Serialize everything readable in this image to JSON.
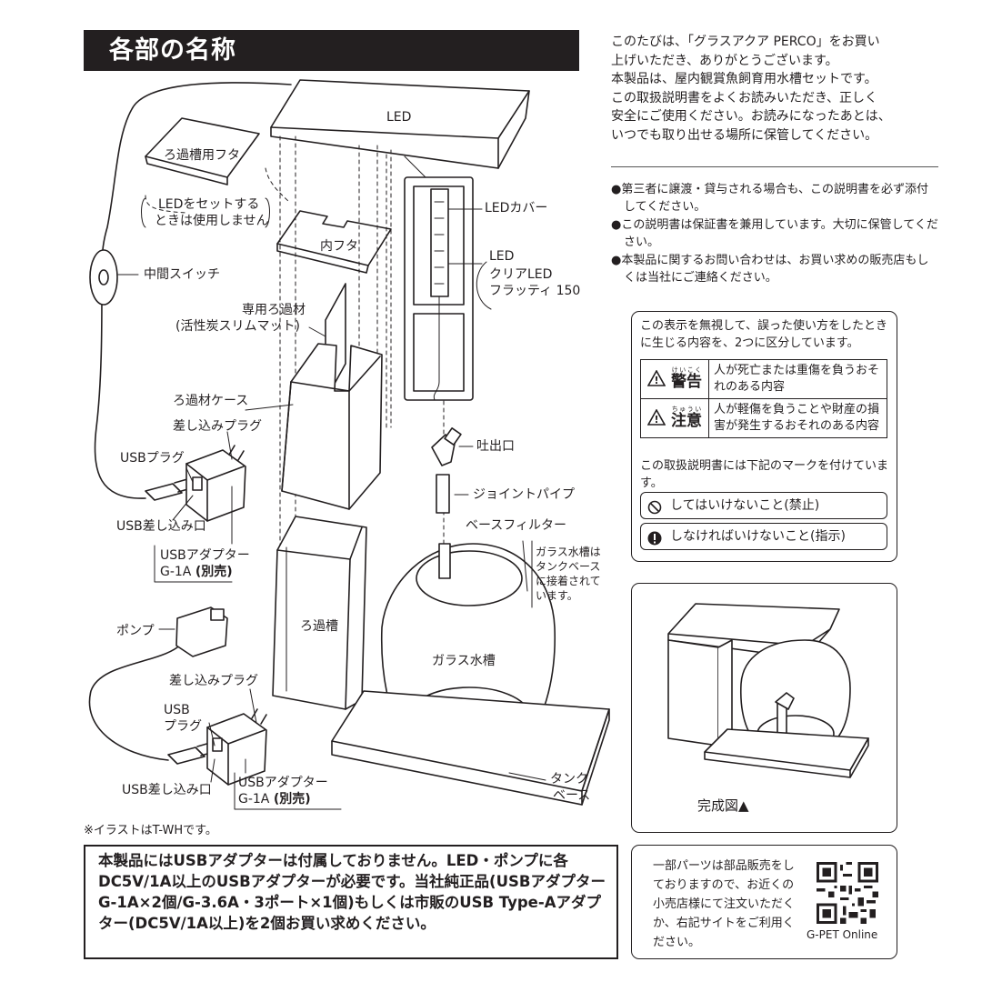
{
  "header": {
    "title": "各部の名称"
  },
  "intro": {
    "lines": [
      "このたびは、「グラスアクア PERCO」をお買い",
      "上げいただき、ありがとうございます。",
      "本製品は、屋内観賞魚飼育用水槽セットです。",
      "この取扱説明書をよくお読みいただき、正しく",
      "安全にご使用ください。お読みになったあとは、",
      "いつでも取り出せる場所に保管してください。"
    ]
  },
  "notes": [
    "●第三者に譲渡・貸与される場合も、この説明書を必ず添付してください。",
    "●この説明書は保証書を兼用しています。大切に保管してください。",
    "●本製品に関するお問い合わせは、お買い求めの販売店もしくは当社にご連絡ください。"
  ],
  "warnings": {
    "lead": "この表示を無視して、誤った使い方をしたときに生じる内容を、2つに区分しています。",
    "rows": [
      {
        "label": "警告",
        "ruby": "けいこく",
        "text": "人が死亡または重傷を負うおそれのある内容"
      },
      {
        "label": "注意",
        "ruby": "ちゅうい",
        "text": "人が軽傷を負うことや財産の損害が発生するおそれのある内容"
      }
    ],
    "marks_lead": "この取扱説明書には下記のマークを付けています。",
    "marks": [
      {
        "icon": "prohibited-icon",
        "text": "してはいけないこと(禁止)"
      },
      {
        "icon": "mandatory-icon",
        "text": "しなければいけないこと(指示)"
      }
    ]
  },
  "diagram": {
    "labels": {
      "led": "LED",
      "filter_lid": "ろ過槽用フタ",
      "lid_note_1": "LEDをセットする",
      "lid_note_2": "ときは使用しません",
      "inner_lid": "内フタ",
      "middle_switch": "中間スイッチ",
      "filter_material_1": "専用ろ過材",
      "filter_material_2": "(活性炭スリムマット)",
      "filter_case": "ろ過材ケース",
      "plug_1": "差し込みプラグ",
      "usb_plug_1": "USBプラグ",
      "usb_port_1": "USB差し込み口",
      "adapter_1a": "USBアダプター",
      "adapter_1b": "G-1A",
      "adapter_1c": "(別売)",
      "filter_tank": "ろ過槽",
      "pump": "ポンプ",
      "plug_2": "差し込みプラグ",
      "usb_plug_2a": "USB",
      "usb_plug_2b": "プラグ",
      "usb_port_2": "USB差し込み口",
      "adapter_2a": "USBアダプター",
      "adapter_2b": "G-1A",
      "adapter_2c": "(別売)",
      "led_cover": "LEDカバー",
      "led_2": "LED",
      "clear_led_1": "クリアLED",
      "clear_led_2": "フラッティ 150",
      "outlet": "吐出口",
      "joint_pipe": "ジョイントパイプ",
      "base_filter": "ベースフィルター",
      "glass_note_1": "ガラス水槽は",
      "glass_note_2": "タンクベース",
      "glass_note_3": "に接着されて",
      "glass_note_4": "います。",
      "glass_tank": "ガラス水槽",
      "tank_base_1": "タンク",
      "tank_base_2": "ベース"
    },
    "illust_note": "※イラストはT-WHです。"
  },
  "complete": {
    "label": "完成図▲"
  },
  "notice": {
    "text": "本製品にはUSBアダプターは付属しておりません。LED・ポンプに各DC5V/1A以上のUSBアダプターが必要です。当社純正品(USBアダプター G-1A×2個/G-3.6A・3ポート×1個)もしくは市販のUSB Type-Aアダプター(DC5V/1A以上)を2個お買い求めください。"
  },
  "parts": {
    "text": "一部パーツは部品販売をしておりますので、お近くの小売店様にて注文いただくか、右記サイトをご利用ください。",
    "qr_label": "G-PET Online"
  }
}
